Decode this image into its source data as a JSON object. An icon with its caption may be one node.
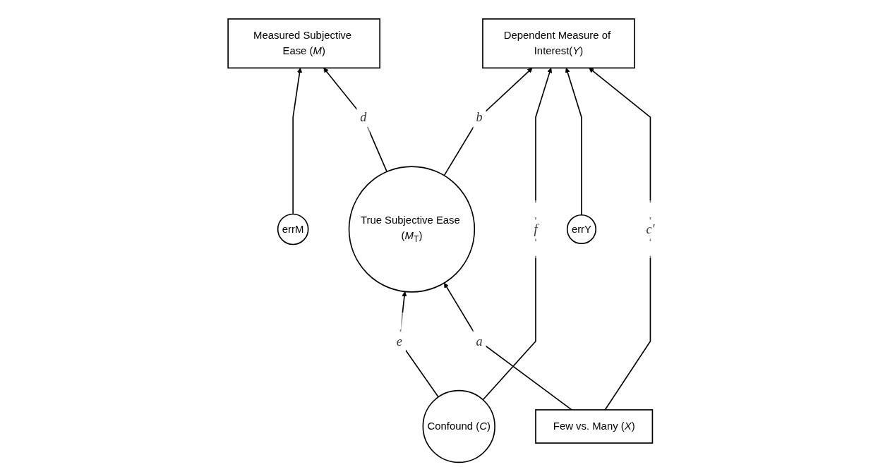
{
  "diagram": {
    "nodes": [
      {
        "text": [
          "Measured Subjective Ease (*M*)"
        ]
      },
      {
        "text": [
          "errM"
        ]
      },
      {
        "text": [
          "Confound (*C*)"
        ]
      },
      {
        "text": [
          "True Subjective Ease (*M*$_{T}$)"
        ]
      },
      {
        "text": [
          "errY"
        ]
      },
      {
        "text": [
          "Few vs. Many (*X*)"
        ]
      },
      {
        "text": [
          "Dependent Measure of Interest(*Y*)"
        ]
      }
    ],
    "edges": [
      {
        "from": 1,
        "to": 0,
        "arrow": "to"
      },
      {
        "from": 3,
        "to": 0,
        "arrow": "to",
        "label": "d"
      },
      {
        "from": 2,
        "to": 3,
        "arrow": "to",
        "label": "e"
      },
      {
        "from": 5,
        "to": 3,
        "arrow": "to",
        "label": "a"
      },
      {
        "from": 3,
        "to": 6,
        "arrow": "to",
        "label": "b"
      },
      {
        "from": 2,
        "to": 6,
        "arrow": "to",
        "label": "f"
      },
      {
        "from": 4,
        "to": 6,
        "arrow": "to"
      },
      {
        "from": 5,
        "to": 6,
        "arrow": "to",
        "label": "c′"
      }
    ]
  }
}
